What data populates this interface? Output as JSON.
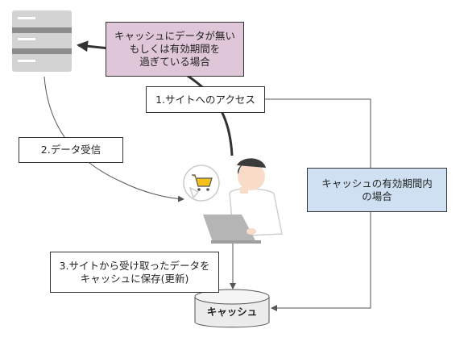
{
  "diagram": {
    "server": {
      "icon": "server-icon"
    },
    "cache_expired_or_missing": "キャッシュにデータが無い\nもしくは有効期間を\n過ぎている場合",
    "step1_site_access": "1.サイトへのアクセス",
    "step2_receive_data": "2.データ受信",
    "cache_within_valid_period": "キャッシュの有効期間内\nの場合",
    "step3_save_to_cache": "3.サイトから受け取ったデータを\nキャッシュに保存(更新)",
    "cache_label": "キャッシュ",
    "user": {
      "icon": "person-with-laptop-icon"
    },
    "cart_bubble": {
      "icon": "shopping-cart-icon"
    }
  },
  "colors": {
    "pink_box": "#dfc6d8",
    "blue_box": "#cfe0f2",
    "server_gray": "#d3d3d3",
    "server_dark": "#8c8c8c",
    "cart_yellow": "#f3c11a"
  }
}
